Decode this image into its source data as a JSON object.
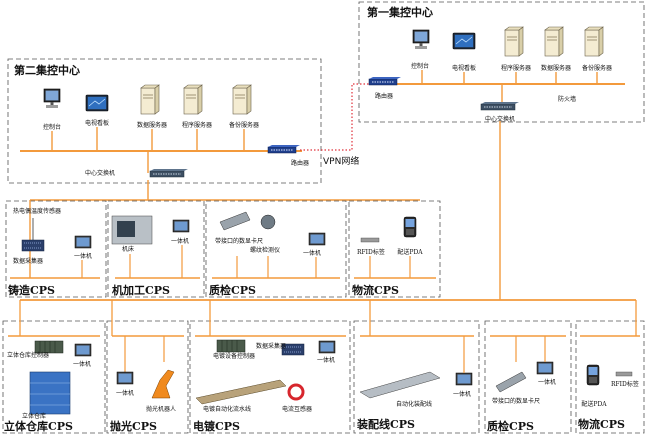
{
  "control_center_1": {
    "title": "第一集控中心",
    "devices": [
      "控制台",
      "电视看板",
      "程序服务器",
      "数据服务器",
      "备份服务器"
    ],
    "router": "路由器",
    "firewall": "防火墙",
    "switch": "中心交换机"
  },
  "control_center_2": {
    "title": "第二集控中心",
    "devices": [
      "控制台",
      "电视看板",
      "数据服务器",
      "程序服务器",
      "备份服务器"
    ],
    "switch": "中心交换机",
    "router": "路由器"
  },
  "vpn_label": "VPN网络",
  "cps_top": [
    {
      "name": "铸造CPS",
      "labels": [
        "热电偶温度传感器",
        "数据采集器",
        "一体机"
      ]
    },
    {
      "name": "机加工CPS",
      "labels": [
        "机床",
        "一体机"
      ]
    },
    {
      "name": "质检CPS",
      "labels": [
        "带接口的数显卡尺",
        "螺纹检测仪",
        "一体机"
      ]
    },
    {
      "name": "物流CPS",
      "labels": [
        "RFID标签",
        "配送PDA"
      ]
    }
  ],
  "cps_bottom": [
    {
      "name": "立体仓库CPS",
      "labels": [
        "立体仓库控制器",
        "一体机",
        "立体仓库"
      ]
    },
    {
      "name": "抛光CPS",
      "labels": [
        "一体机",
        "抛光机器人"
      ]
    },
    {
      "name": "电镀CPS",
      "labels": [
        "电镀设备控制器",
        "数据采集器",
        "一体机",
        "电镀自动化流水线",
        "电流互感器"
      ]
    },
    {
      "name": "装配线CPS",
      "labels": [
        "自动化装配线",
        "一体机"
      ]
    },
    {
      "name": "质检CPS",
      "labels": [
        "带接口的数显卡尺",
        "一体机"
      ]
    },
    {
      "name": "物流CPS",
      "labels": [
        "配送PDA",
        "RFID标签"
      ]
    }
  ],
  "colors": {
    "bus": "#f39a3c",
    "vpn_link": "#e0303a",
    "frame": "#555555"
  }
}
